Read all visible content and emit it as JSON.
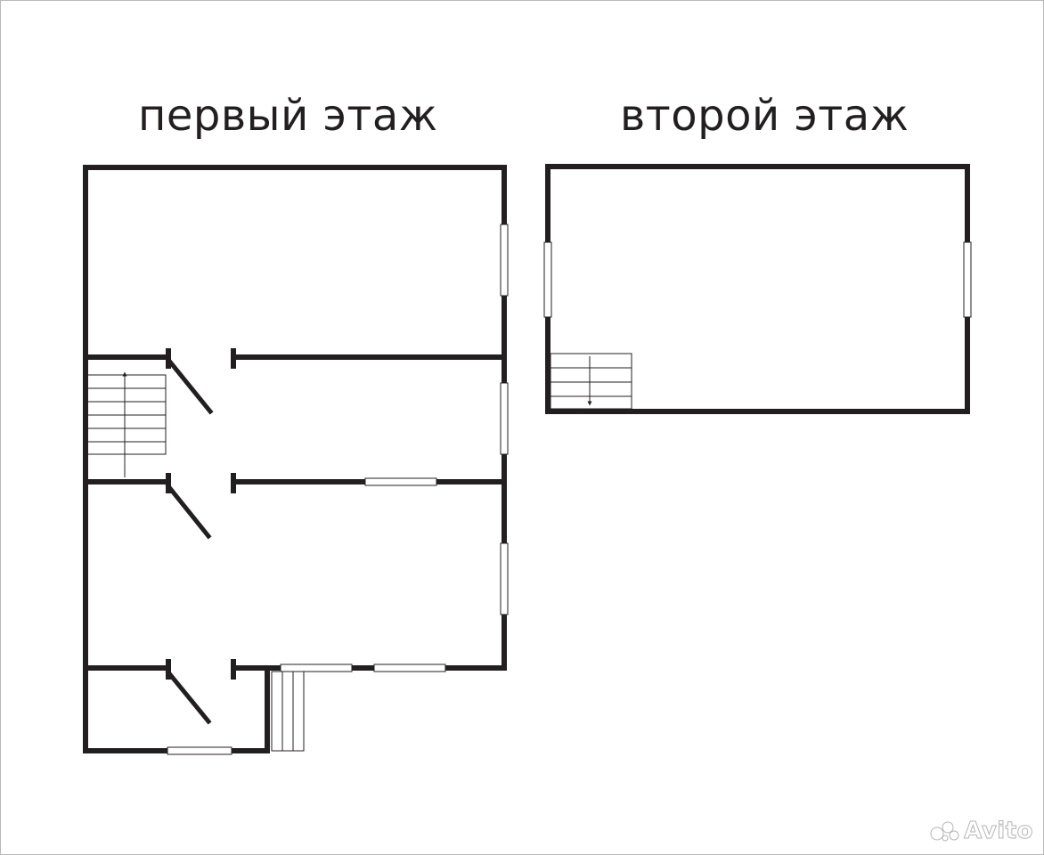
{
  "floors": [
    {
      "title": "первый этаж"
    },
    {
      "title": "второй этаж"
    }
  ],
  "watermark": {
    "text": "Avito"
  },
  "colors": {
    "wall": "#231f20",
    "background": "#ffffff",
    "frame": "#b9b9b9"
  }
}
